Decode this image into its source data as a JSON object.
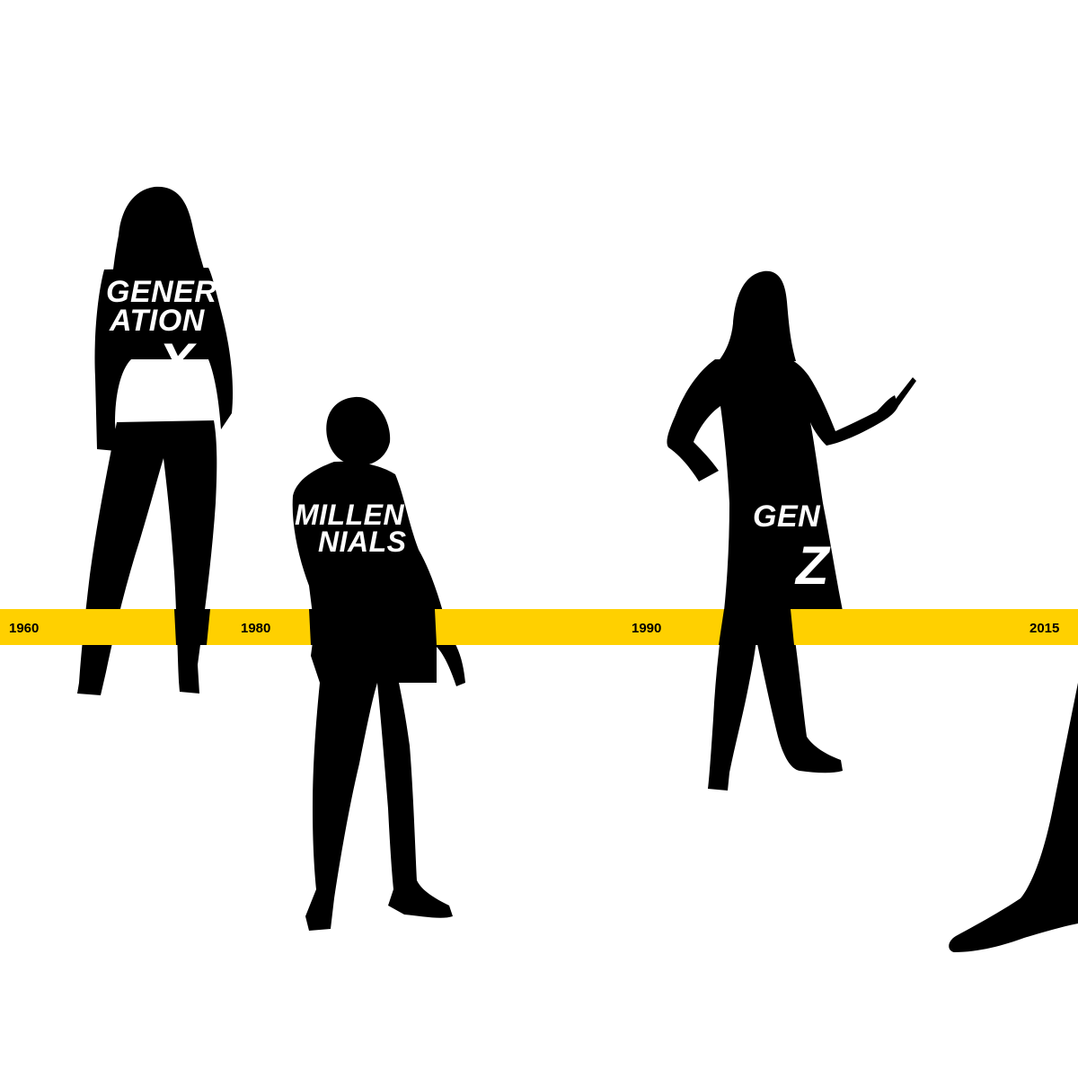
{
  "colors": {
    "background": "#ffffff",
    "silhouette": "#000000",
    "timeline": "#ffd000",
    "label_text": "#ffffff",
    "year_text": "#000000"
  },
  "timeline": {
    "years": [
      {
        "label": "1960"
      },
      {
        "label": "1980"
      },
      {
        "label": "1990"
      },
      {
        "label": "2015"
      }
    ]
  },
  "generations": {
    "gen_x": {
      "line1": "GENER",
      "line2": "ATION",
      "line3": "X"
    },
    "millennials": {
      "line1": "MILLEN",
      "line2": "NIALS"
    },
    "gen_z": {
      "line1": "GEN",
      "line2": "Z"
    }
  },
  "icons": {
    "figure_gen_x": "woman-silhouette-icon",
    "figure_millennials": "man-silhouette-icon",
    "figure_gen_z": "woman-pointing-silhouette-icon",
    "figure_partial": "partial-legs-silhouette-icon"
  }
}
